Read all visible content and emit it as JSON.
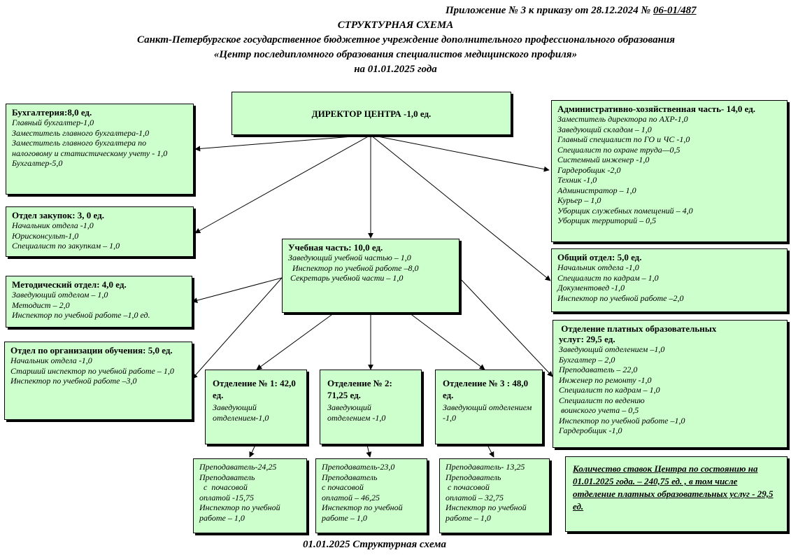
{
  "header": {
    "appendix_prefix": "Приложение № 3 к приказу от  28.12.2024 № ",
    "appendix_number": "06-01/487",
    "title": "СТРУКТУРНАЯ СХЕМА",
    "org_line1": "Санкт-Петербургское государственное бюджетное  учреждение дополнительного профессионального образования",
    "org_line2": "«Центр последипломного образования специалистов медицинского профиля»",
    "date_line": "на 01.01.2025 года"
  },
  "director": {
    "title": "ДИРЕКТОР ЦЕНТРА -1,0 ед."
  },
  "accounting": {
    "title": "Бухгалтерия:8,0 ед.",
    "lines": [
      "Главный бухгалтер-1,0",
      "Заместитель главного бухгалтера-1,0",
      "Заместитель главного бухгалтера по налоговому и статистическому учету - 1,0",
      "Бухгалтер-5,0"
    ]
  },
  "procurement": {
    "title": "Отдел закупок: 3, 0 ед.",
    "lines": [
      "Начальник отдела -1,0",
      "Юрисконсульт-1,0",
      "Специалист по закупкам – 1,0"
    ]
  },
  "methodical": {
    "title": "Методический отдел: 4,0 ед.",
    "lines": [
      "Заведующий отделом –  1,0",
      "Методист – 2,0",
      "Инспектор по учебной работе –1,0 ед."
    ]
  },
  "training_org": {
    "title": "Отдел по организации обучения: 5,0 ед.",
    "lines": [
      "Начальник отдела  -1,0",
      "Старший инспектор по учебной работе – 1,0",
      "Инспектор по учебной работе –3,0"
    ]
  },
  "educational": {
    "title": "Учебная часть: 10,0 ед.",
    "lines": [
      "Заведующий учебной частью – 1,0",
      "  Инспектор по учебной работе –8,0",
      " Секретарь учебной части – 1,0"
    ]
  },
  "ahch": {
    "title": "Административно-хозяйственная часть- 14,0 ед.",
    "lines": [
      "Заместитель директора по АХР-1,0",
      "Заведующий складом – 1,0",
      "Главный специалист по ГО и ЧС -1,0",
      "Специалист  по охране труда—0,5",
      "Системный инженер -1,0",
      "Гардеробщик -2,0",
      "Техник -1,0",
      "Администратор – 1,0",
      "Курьер – 1,0",
      "Уборщик служебных помещений – 4,0",
      "Уборщик территорий – 0,5"
    ]
  },
  "general": {
    "title": "Общий отдел: 5,0 ед.",
    "lines": [
      "Начальник отдела -1,0",
      "Специалист по кадрам – 1,0",
      "Документовед -1,0",
      "Инспектор по учебной работе –2,0"
    ]
  },
  "paid": {
    "title": " Отделение платных образовательных услуг: 29,5 ед.",
    "lines": [
      "Заведующий отделением –1,0",
      "Бухгалтер – 2,0",
      "Преподаватель – 22,0",
      "Инженер по ремонту -1,0",
      "Специалист по кадрам – 1,0",
      "Специалист по ведению",
      " воинского учета – 0,5",
      "Инспектор по учебной работе –1,0",
      "Гардеробщик -1,0"
    ]
  },
  "dept1": {
    "title": "Отделение № 1: 42,0 ед.",
    "lines": [
      "Заведующий отделением-1,0"
    ]
  },
  "dept2": {
    "title": "Отделение № 2: 71,25 ед.",
    "lines": [
      "Заведующий отделением -1,0"
    ]
  },
  "dept3": {
    "title": "Отделение № 3 : 48,0 ед.",
    "lines": [
      "Заведующий отделением -1,0"
    ]
  },
  "teach1": {
    "lines": [
      "Преподаватель-24,25",
      "Преподаватель",
      "  с  почасовой",
      "оплатой -15,75",
      "Инспектор по учебной",
      "работе – 1,0"
    ]
  },
  "teach2": {
    "lines": [
      "Преподаватель-23,0",
      "Преподаватель",
      "с почасовой",
      "оплатой – 46,25",
      "Инспектор по учебной",
      "работе – 1,0"
    ]
  },
  "teach3": {
    "lines": [
      "Преподаватель- 13,25",
      "Преподаватель",
      " с почасовой",
      "оплатой – 32,75",
      "Инспектор по учебной",
      "работе – 1,0"
    ]
  },
  "total": {
    "text": "Количество ставок Центра по состоянию на 01.01.2025 года.  –  240,75  ед.   , в том числе отделение платных образовательных услуг  - 29,5 ед."
  },
  "footer": {
    "text": "01.01.2025 Структурная схема"
  }
}
